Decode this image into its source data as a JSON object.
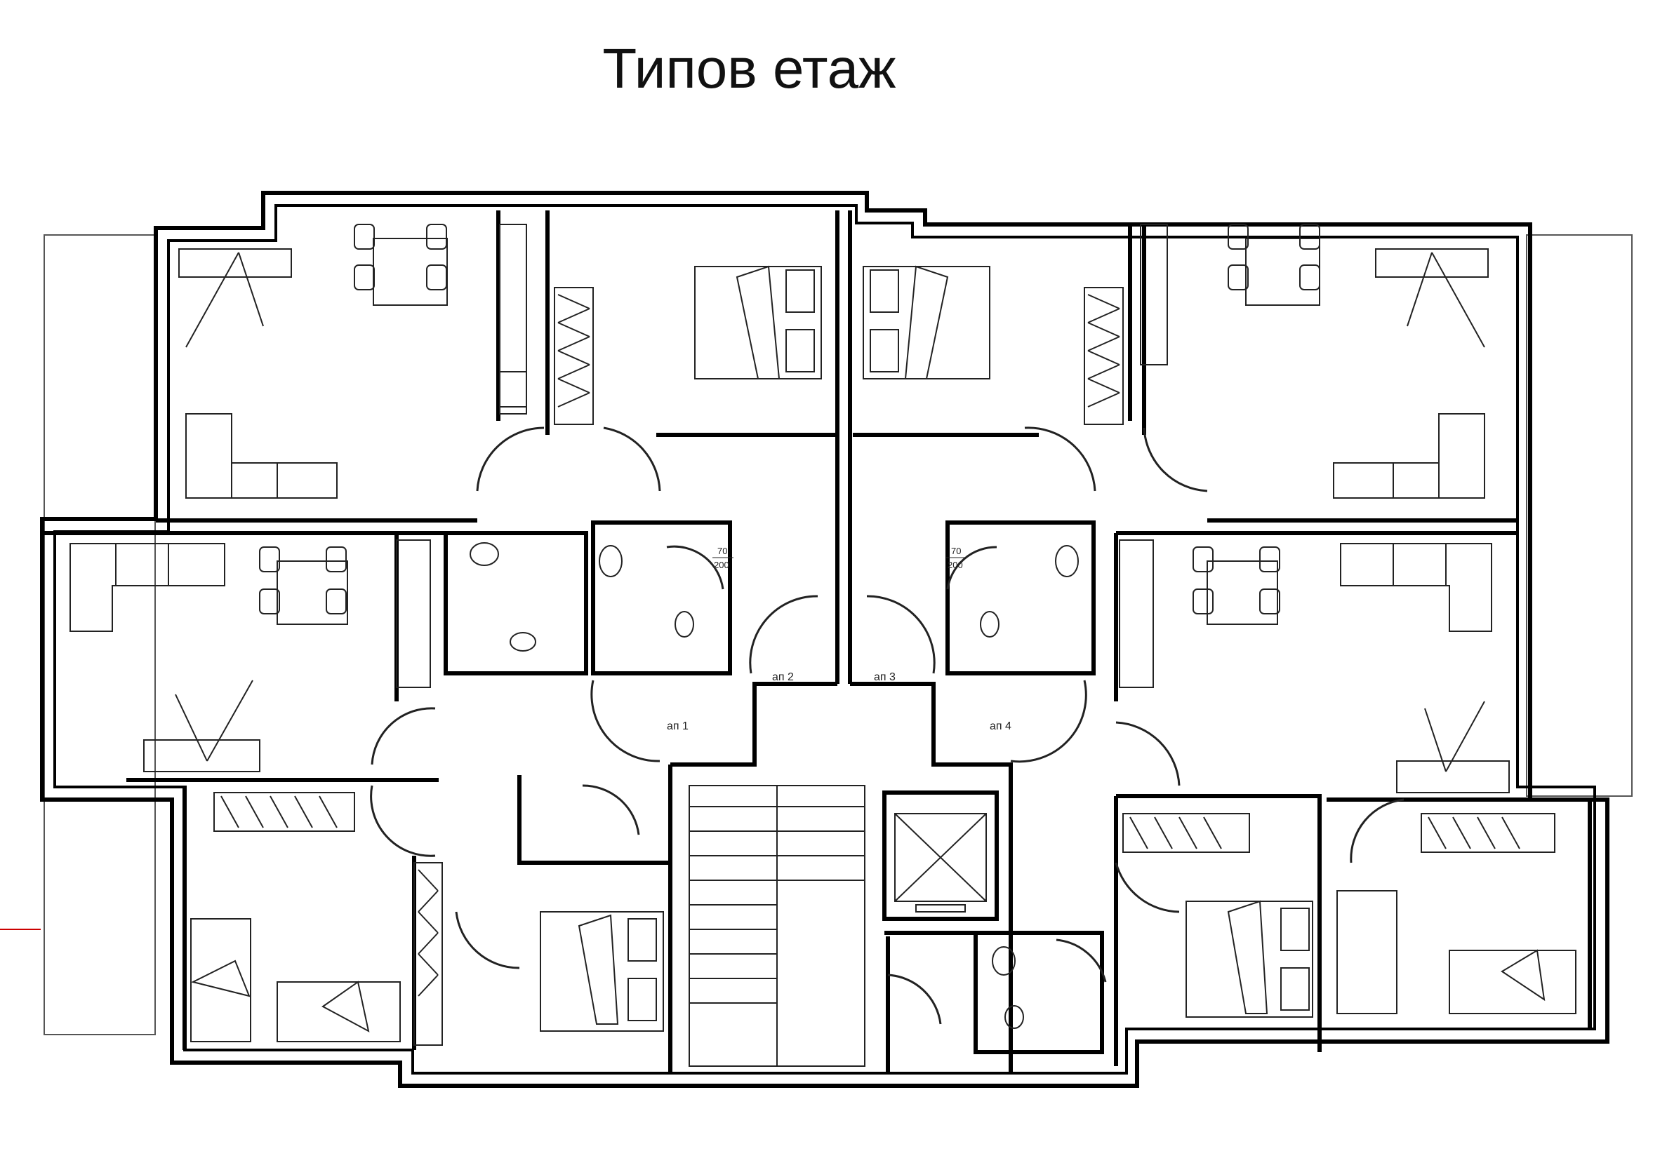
{
  "title": "Типов етаж",
  "apartment_labels": [
    "ап 1",
    "ап 2",
    "ап 3",
    "ап 4"
  ],
  "door_dims": {
    "width": "70",
    "height": "200"
  },
  "colors": {
    "wall": "#000000",
    "line": "#222222",
    "grey": "#555555",
    "marker": "#cc0000"
  }
}
